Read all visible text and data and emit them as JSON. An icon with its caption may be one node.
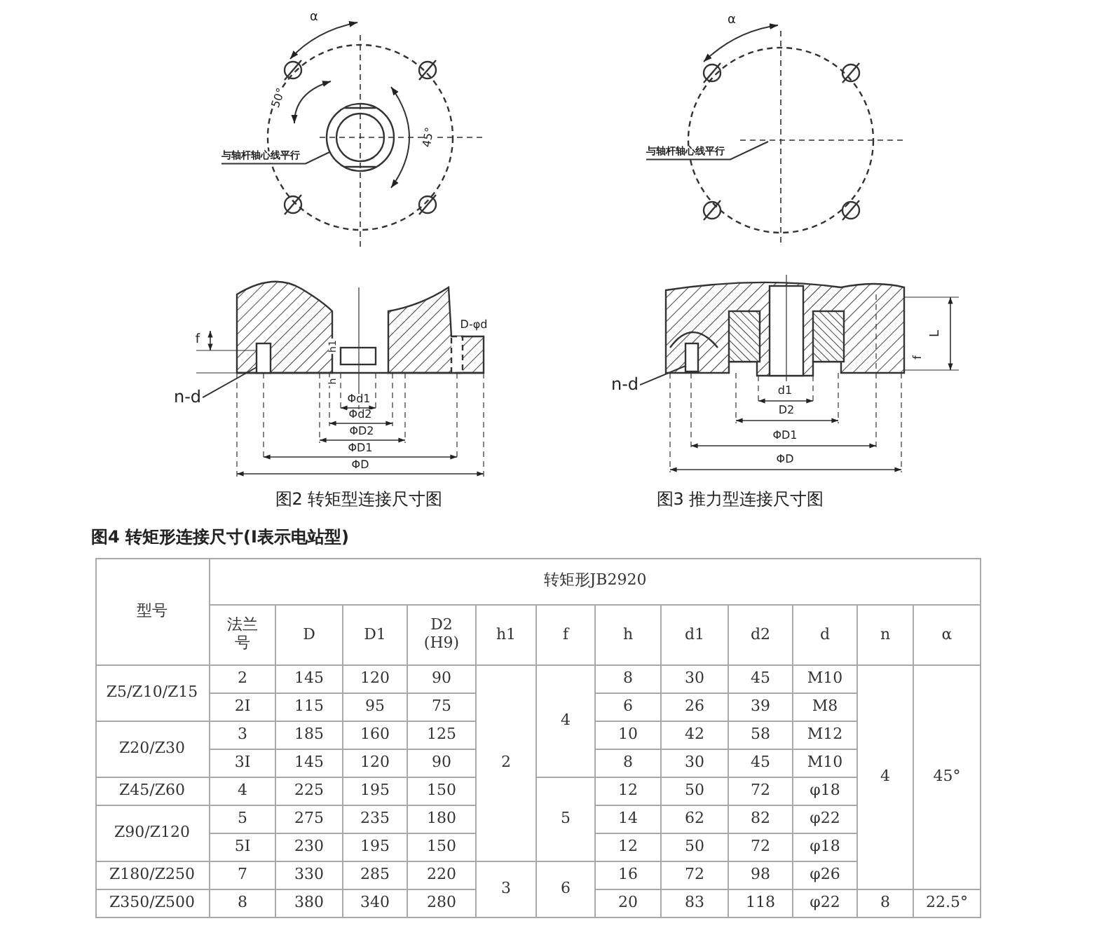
{
  "diagram": {
    "nodes": [
      {
        "text": [
          "与轴杆轴心线平行"
        ]
      },
      {
        "text": [
          "与轴杆轴心线平行"
        ]
      },
      {
        "text": [
          "n-d"
        ]
      },
      {
        "text": [
          "n-d"
        ]
      },
      {
        "text": [],
        "shape": "circle"
      },
      {
        "text": [],
        "shape": "box"
      },
      {
        "text": [],
        "shape": "box"
      }
    ],
    "edges": [
      {
        "from": 0,
        "to": 4,
        "arrow": "none"
      },
      {
        "from": 1,
        "to": null,
        "arrow": "none"
      },
      {
        "from": 2,
        "to": 5,
        "arrow": "none"
      },
      {
        "from": 3,
        "to": 6,
        "arrow": "none"
      }
    ],
    "labels": [
      "α",
      "50°",
      "45°",
      "α",
      "D-φd",
      "h1",
      "h",
      "f",
      "Φd1",
      "Φd2",
      "ΦD2",
      "ΦD1",
      "ΦD",
      "图2 转矩型连接尺寸图",
      "L",
      "f",
      "d1",
      "D2",
      "ΦD1",
      "ΦD",
      "图3 推力型连接尺寸图",
      "图4 转矩形连接尺寸(I表示电站型)",
      "型号",
      "转矩形JB2920",
      "法兰号",
      "D",
      "D1",
      "D2 (H9)",
      "h1",
      "f",
      "h",
      "d1",
      "d2",
      "d",
      "n",
      "α",
      "Z5/Z10/Z15",
      "2",
      "145",
      "120",
      "90",
      "2",
      "4",
      "8",
      "30",
      "45",
      "M10",
      "4",
      "45°",
      "2I",
      "115",
      "95",
      "75",
      "6",
      "26",
      "39",
      "M8",
      "Z20/Z30",
      "3",
      "185",
      "160",
      "125",
      "10",
      "42",
      "58",
      "M12",
      "3I",
      "145",
      "120",
      "90",
      "8",
      "30",
      "45",
      "M10",
      "Z45/Z60",
      "4",
      "225",
      "195",
      "150",
      "5",
      "12",
      "50",
      "72",
      "φ18",
      "Z90/Z120",
      "5",
      "275",
      "235",
      "180",
      "14",
      "62",
      "82",
      "φ22",
      "5I",
      "230",
      "195",
      "150",
      "12",
      "50",
      "72",
      "φ18",
      "Z180/Z250",
      "7",
      "330",
      "285",
      "220",
      "3",
      "6",
      "16",
      "72",
      "98",
      "φ26",
      "Z350/Z500",
      "8",
      "380",
      "340",
      "280",
      "20",
      "83",
      "118",
      "φ22",
      "8",
      "22.5°"
    ]
  }
}
